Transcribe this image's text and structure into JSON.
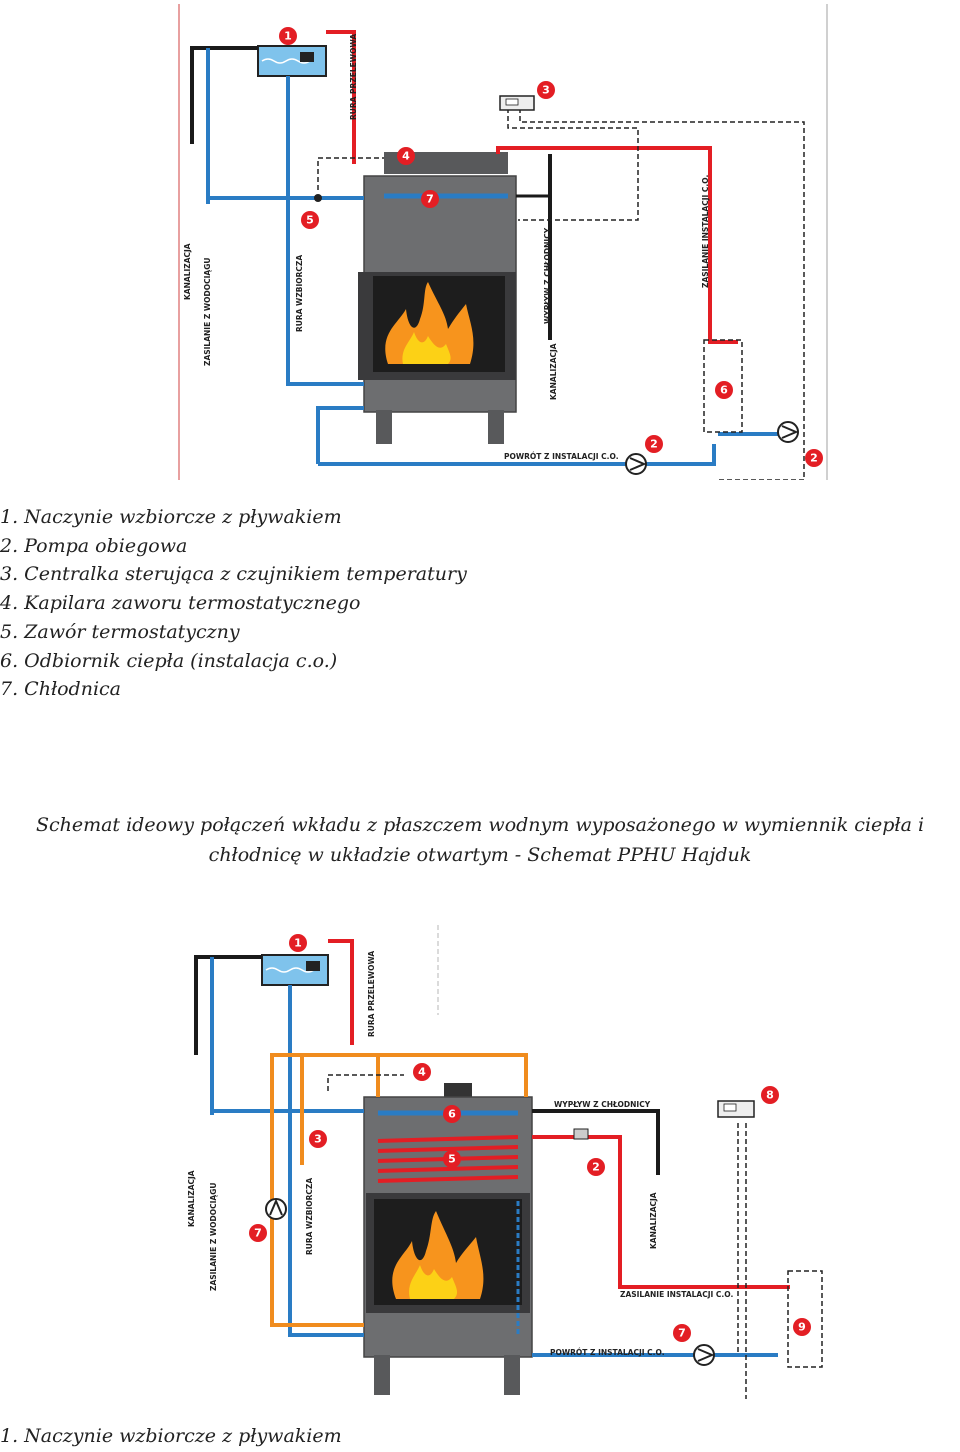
{
  "diagram1": {
    "labels": {
      "rura_przelewowa": "RURA PRZELEWOWA",
      "kanalizacja_left": "KANALIZACJA",
      "zasilanie_z_wodociagu": "ZASILANIE Z WODOCIĄGU",
      "rura_wzbiorcza": "RURA WZBIORCZA",
      "wyplyw_z_chlodnicy": "WYPŁYW Z CHŁODNICY",
      "kanalizacja_right": "KANALIZACJA",
      "zasilanie_instalacji": "ZASILANIE INSTALACJI C.O.",
      "powrot_z_instalacji": "POWRÓT Z INSTALACJI C.O."
    },
    "markers": [
      "1",
      "2",
      "2",
      "3",
      "4",
      "5",
      "6",
      "7"
    ]
  },
  "legend": {
    "items": [
      "1. Naczynie wzbiorcze z pływakiem",
      "2. Pompa obiegowa",
      "3. Centralka sterująca z czujnikiem temperatury",
      "4. Kapilara zaworu termostatycznego",
      "5. Zawór termostatyczny",
      "6. Odbiornik ciepła (instalacja c.o.)",
      "7. Chłodnica"
    ]
  },
  "caption": {
    "line1": "Schemat ideowy połączeń wkładu z płaszczem wodnym wyposażonego w wymiennik ciepła i",
    "line2": "chłodnicę w układzie otwartym - Schemat PPHU Hajduk"
  },
  "diagram2": {
    "labels": {
      "rura_przelewowa": "RURA PRZELEWOWA",
      "kanalizacja_left": "KANALIZACJA",
      "zasilanie_z_wodociagu": "ZASILANIE Z WODOCIĄGU",
      "rura_wzbiorcza": "RURA WZBIORCZA",
      "wyplyw_z_chlodnicy": "WYPŁYW Z CHŁODNICY",
      "kanalizacja_right": "KANALIZACJA",
      "zasilanie_instalacji": "ZASILANIE INSTALACJI C.O.",
      "powrot_z_instalacji": "POWRÓT Z INSTALACJI C.O."
    },
    "markers": [
      "1",
      "2",
      "3",
      "4",
      "5",
      "6",
      "7",
      "7",
      "8",
      "9"
    ]
  },
  "legend2": {
    "first_item": "1. Naczynie wzbiorcze z pływakiem"
  },
  "colors": {
    "hot": "#e31e24",
    "cold": "#2a7cc4",
    "orange": "#f08c1e",
    "black": "#1a1a1a",
    "stove": "#6d6e70",
    "marker": "#e31e24",
    "frame": "#e8a0a0"
  }
}
